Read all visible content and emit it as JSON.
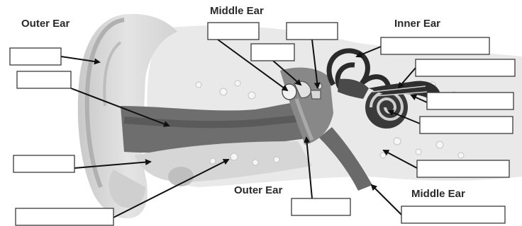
{
  "labels": {
    "outer_ear_top": "Outer Ear",
    "middle_ear_top": "Middle Ear",
    "inner_ear_top": "Inner Ear",
    "outer_ear_bottom": "Outer Ear",
    "middle_ear_bottom": "Middle Ear"
  },
  "blank_box_count": 14
}
